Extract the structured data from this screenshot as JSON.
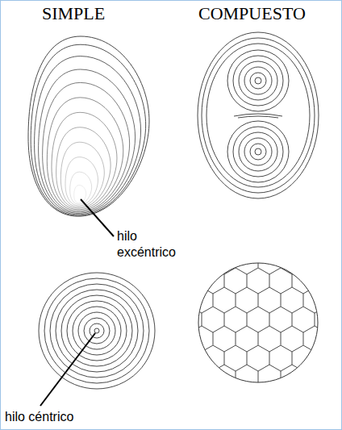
{
  "diagram": {
    "labels": [
      "SIMPLE",
      "COMPUESTO",
      "hilo excéntrico",
      "hilo céntrico"
    ]
  }
}
